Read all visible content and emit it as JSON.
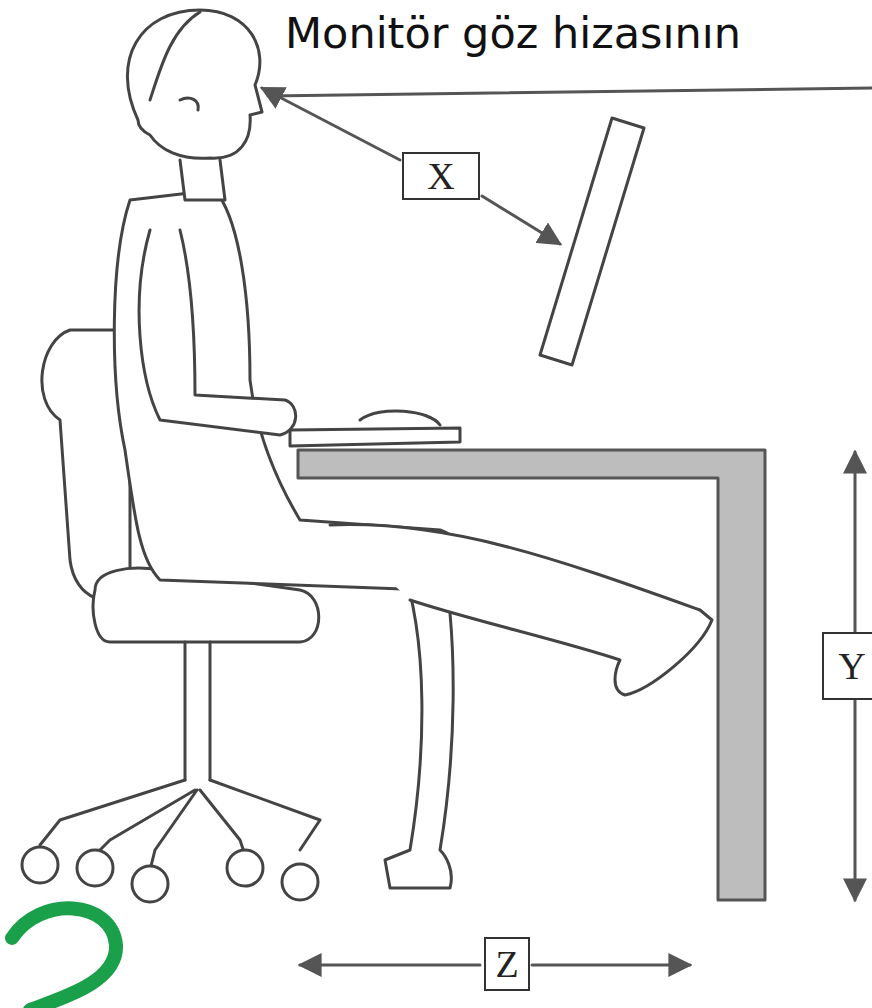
{
  "diagram": {
    "nodes": [
      {
        "text": [
          "X"
        ]
      },
      {
        "text": [
          "Y"
        ]
      },
      {
        "text": [
          "Z"
        ]
      }
    ],
    "labels": [
      "Monitör göz hizasının"
    ]
  }
}
